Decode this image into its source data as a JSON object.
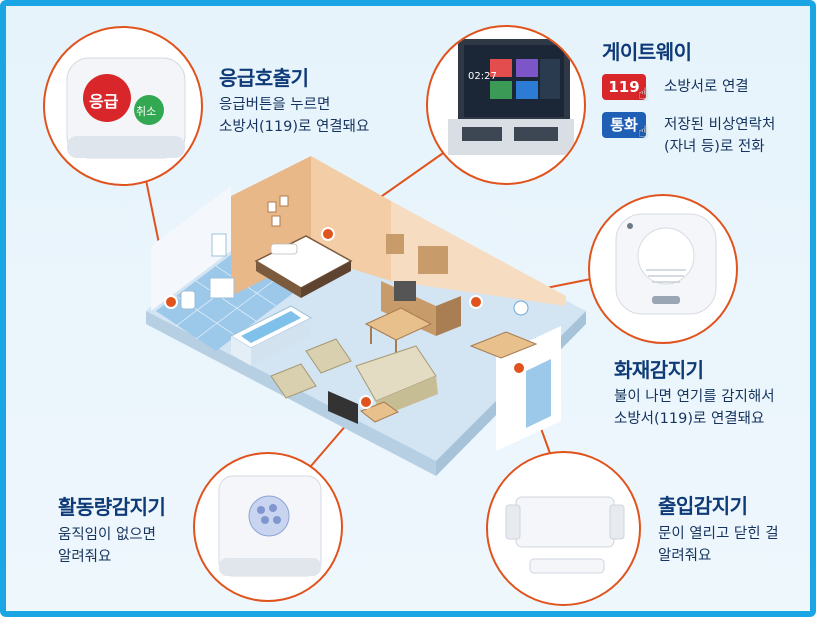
{
  "colors": {
    "frame": "#1aa6e4",
    "accent_line": "#e0531d",
    "title": "#0f3a78",
    "text": "#16345f",
    "badge_red": "#d9262a",
    "badge_blue": "#1f5fb5"
  },
  "emergency": {
    "title": "응급호출기",
    "desc_line1": "응급버튼을 누르면",
    "desc_line2": "소방서(119)로 연결돼요",
    "button_red": "응급",
    "button_green": "취소"
  },
  "gateway": {
    "title": "게이트웨이",
    "badge_119": "119",
    "badge_119_text": "소방서로 연결",
    "badge_call": "통화",
    "badge_call_line1": "저장된 비상연락처",
    "badge_call_line2": "(자녀 등)로 전화",
    "screen_time": "02:27"
  },
  "fire": {
    "title": "화재감지기",
    "desc_line1": "불이 나면 연기를 감지해서",
    "desc_line2": "소방서(119)로 연결돼요"
  },
  "activity": {
    "title": "활동량감지기",
    "desc_line1": "움직임이 없으면",
    "desc_line2": "알려줘요"
  },
  "door": {
    "title": "출입감지기",
    "desc_line1": "문이 열리고 닫힌 걸",
    "desc_line2": "알려줘요"
  }
}
